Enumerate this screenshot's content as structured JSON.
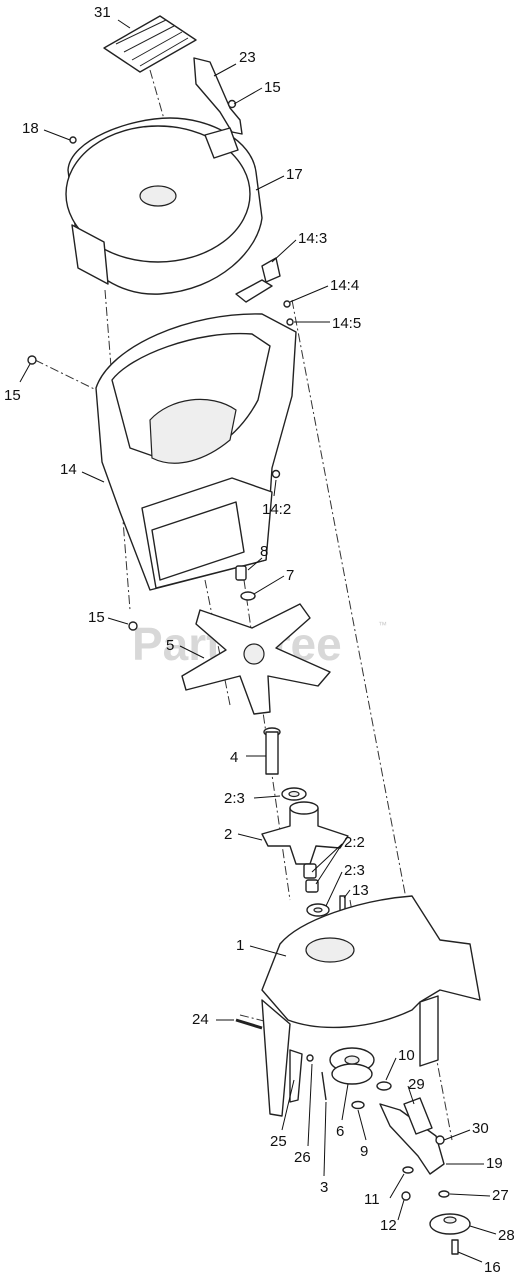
{
  "watermark": {
    "text": "PartsTree",
    "mark": "™"
  },
  "callouts": [
    "31",
    "23",
    "15",
    "18",
    "17",
    "14:3",
    "14:4",
    "14:5",
    "15",
    "14",
    "14:2",
    "8",
    "7",
    "15",
    "5",
    "4",
    "2:3",
    "2",
    "2:2",
    "2:3",
    "13",
    "1",
    "24",
    "10",
    "29",
    "30",
    "25",
    "26",
    "6",
    "9",
    "3",
    "19",
    "11",
    "27",
    "12",
    "28",
    "16"
  ]
}
